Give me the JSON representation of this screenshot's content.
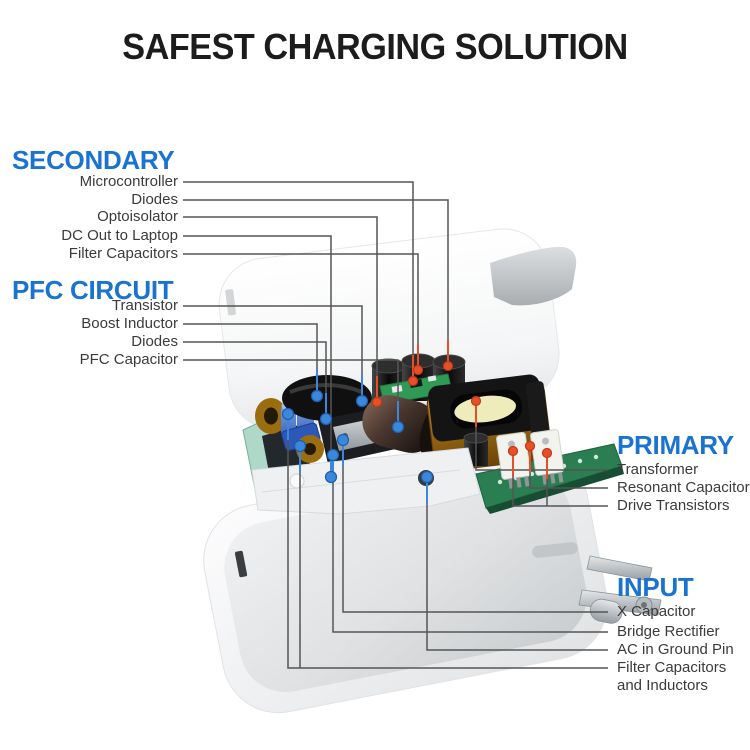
{
  "title": "SAFEST CHARGING SOLUTION",
  "colors": {
    "heading_blue": "#1a73d1",
    "label_text": "#3b3b3b",
    "leader_line": "#555555",
    "dot_blue": "#3b87dc",
    "dot_blue_edge": "#1d5fae",
    "dot_red": "#e84f28",
    "dot_red_edge": "#bf3a16"
  },
  "sections": {
    "secondary": {
      "heading": "SECONDARY",
      "labels": [
        {
          "text": "Microcontroller",
          "dot": "red"
        },
        {
          "text": "Diodes",
          "dot": "red"
        },
        {
          "text": "Optoisolator",
          "dot": "red"
        },
        {
          "text": "DC Out to Laptop",
          "dot": "blue"
        },
        {
          "text": "Filter Capacitors",
          "dot": "red"
        }
      ]
    },
    "pfc": {
      "heading": "PFC CIRCUIT",
      "labels": [
        {
          "text": "Transistor",
          "dot": "blue"
        },
        {
          "text": "Boost Inductor",
          "dot": "blue"
        },
        {
          "text": "Diodes",
          "dot": "blue"
        },
        {
          "text": "PFC Capacitor",
          "dot": "blue"
        }
      ]
    },
    "primary": {
      "heading": "PRIMARY",
      "labels": [
        {
          "text": "Transformer",
          "dot": "red"
        },
        {
          "text": "Resonant Capacitor",
          "dot": "red"
        },
        {
          "text": "Drive Transistors",
          "dot": "red"
        }
      ]
    },
    "input": {
      "heading": "INPUT",
      "labels": [
        {
          "text": "X Capacitor",
          "dot": "blue"
        },
        {
          "text": "Bridge Rectifier",
          "dot": "blue"
        },
        {
          "text": "AC in Ground Pin",
          "dot": "blue"
        },
        {
          "text": "Filter Capacitors and Inductors",
          "dot": "blue"
        }
      ]
    }
  },
  "illustration": {
    "parts": [
      "adapter-top-shell",
      "circuit-board",
      "adapter-bottom-shell",
      "ac-plug-pins"
    ]
  }
}
